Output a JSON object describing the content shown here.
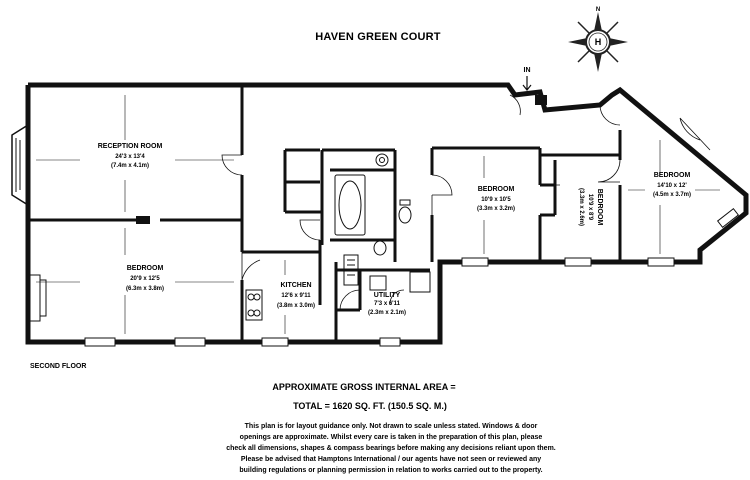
{
  "plan": {
    "title": "HAVEN GREEN COURT",
    "floor_label": "SECOND FLOOR",
    "entrance_label": "IN",
    "compass": {
      "letter": "H",
      "north": "N"
    },
    "rooms": [
      {
        "name": "RECEPTION ROOM",
        "dims_imperial": "24'3 x 13'4",
        "dims_metric": "(7.4m x 4.1m)"
      },
      {
        "name": "BEDROOM",
        "dims_imperial": "20'9 x 12'5",
        "dims_metric": "(6.3m x 3.8m)"
      },
      {
        "name": "KITCHEN",
        "dims_imperial": "12'6 x 9'11",
        "dims_metric": "(3.8m x 3.0m)"
      },
      {
        "name": "UTILITY",
        "dims_imperial": "7'3 x 6'11",
        "dims_metric": "(2.3m x 2.1m)"
      },
      {
        "name": "BEDROOM",
        "dims_imperial": "10'9 x 10'5",
        "dims_metric": "(3.3m x 3.2m)"
      },
      {
        "name": "BEDROOM",
        "dims_imperial": "10'9 x 8'9",
        "dims_metric": "(3.3m x 2.6m)"
      },
      {
        "name": "BEDROOM",
        "dims_imperial": "14'10 x 12'",
        "dims_metric": "(4.5m x 3.7m)"
      }
    ],
    "area": {
      "heading": "APPROXIMATE GROSS INTERNAL AREA =",
      "total": "TOTAL = 1620 SQ. FT. (150.5 SQ. M.)"
    },
    "disclaimer": [
      "This plan is for layout guidance only. Not drawn to scale unless stated. Windows & door",
      "openings are approximate. Whilst every care is taken in the preparation of this plan, please",
      "check all dimensions, shapes & compass bearings before making any decisions reliant upon them.",
      "Please be advised that Hamptons International / our agents have not seen or reviewed any",
      "building regulations or planning permission in relation to works carried out to the property."
    ]
  }
}
